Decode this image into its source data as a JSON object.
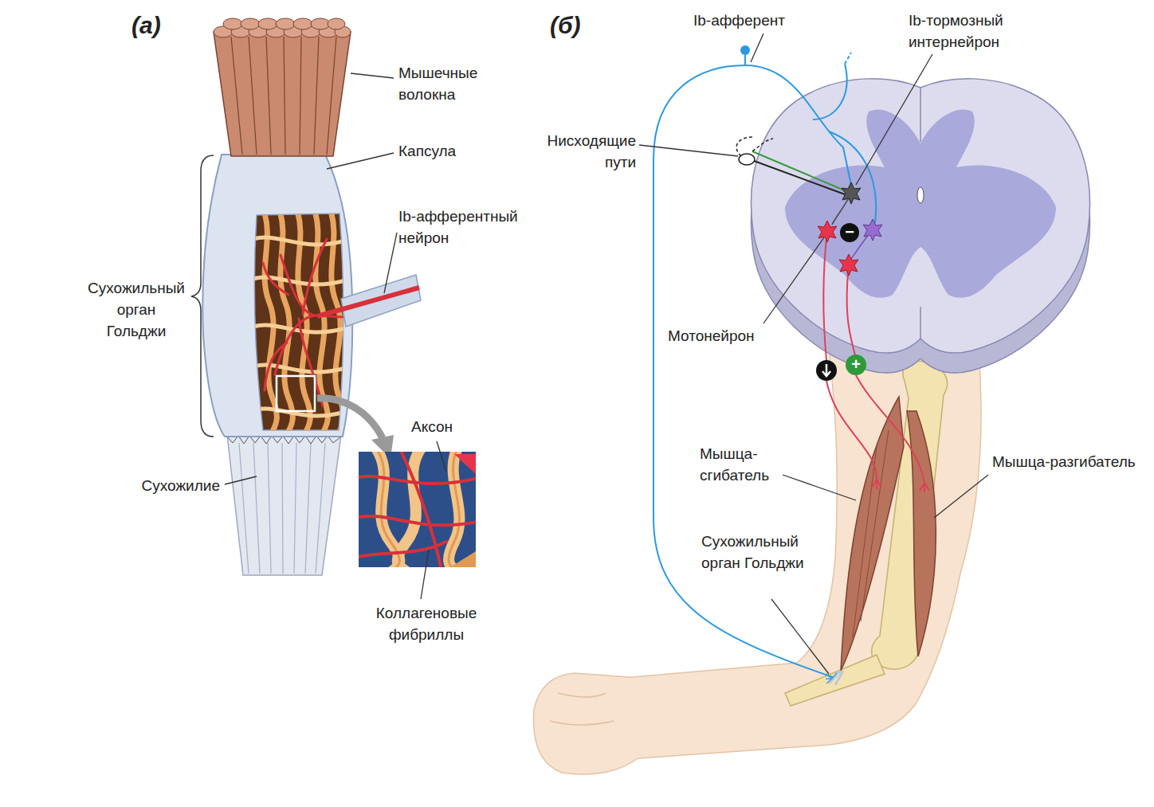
{
  "diagram": {
    "labels": [
      "(а)",
      "(б)",
      "Мышечные волокна",
      "Капсула",
      "Ib-афферентный нейрон",
      "Сухожильный орган Гольджи",
      "Сухожилие",
      "Аксон",
      "Коллагеновые фибриллы",
      "Ib-афферент",
      "Ib-тормозный интернейрон",
      "Нисходящие пути",
      "Мотонейрон",
      "−",
      "+",
      "Мышца-сгибатель",
      "Мышца-разгибатель",
      "Сухожильный орган Гольджи"
    ]
  }
}
